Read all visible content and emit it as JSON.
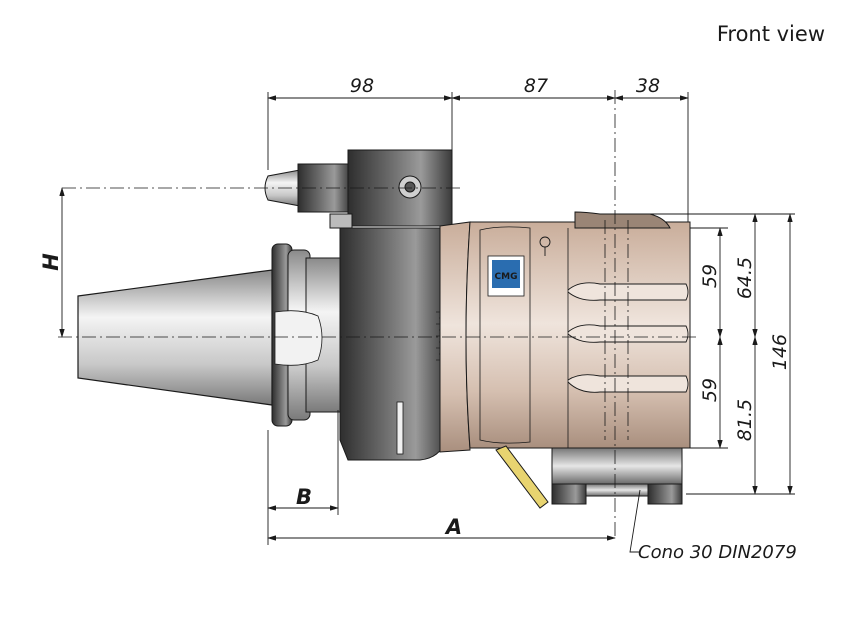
{
  "view_title": "Front view",
  "dimensions": {
    "top_1": "98",
    "top_2": "87",
    "top_3": "38",
    "right_upper_59": "59",
    "right_64_5": "64.5",
    "right_146": "146",
    "right_lower_59": "59",
    "right_81_5": "81.5",
    "label_H": "H",
    "label_B": "B",
    "label_A": "A"
  },
  "note": "Cono 30 DIN2079",
  "colors": {
    "tool_body": "#d9c3b4",
    "steel_dark": "#4a4a4a",
    "steel_light": "#dcdcdc",
    "line": "#1a1a1a"
  },
  "logo": {
    "text": "CMG"
  }
}
